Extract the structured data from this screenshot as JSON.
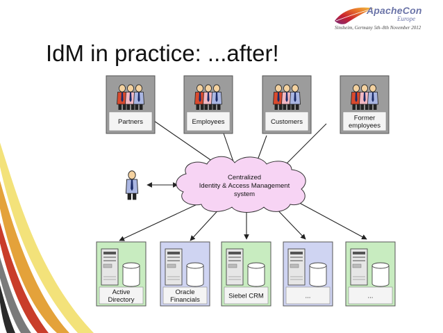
{
  "slide": {
    "title": "IdM in practice: ...after!",
    "logo": {
      "title": "ApacheCon",
      "subtitle": "Europe",
      "dates": "Sinsheim, Germany 5th–8th November 2012"
    }
  },
  "diagram": {
    "user_groups": [
      {
        "label": [
          "Partners"
        ]
      },
      {
        "label": [
          "Employees"
        ]
      },
      {
        "label": [
          "Customers"
        ]
      },
      {
        "label": [
          "Former",
          "employees"
        ]
      }
    ],
    "central_system": {
      "label": [
        "Centralized",
        "Identity & Access Management",
        "system"
      ]
    },
    "target_systems": [
      {
        "label": [
          "Active",
          "Directory"
        ],
        "color": "#c8ecc0"
      },
      {
        "label": [
          "Oracle",
          "Financials"
        ],
        "color": "#cfd4f2"
      },
      {
        "label": [
          "Siebel CRM"
        ],
        "color": "#c8ecc0"
      },
      {
        "label": [
          "..."
        ],
        "color": "#cfd4f2"
      },
      {
        "label": [
          "..."
        ],
        "color": "#c8ecc0"
      }
    ],
    "colors": {
      "user_group_box": "#9c9c9c",
      "cloud": "#f7d4f4",
      "person_red": "#d94a2e",
      "person_pink": "#f2b8c2",
      "person_blue": "#aab6e2",
      "tie": "#1a2a66"
    }
  }
}
